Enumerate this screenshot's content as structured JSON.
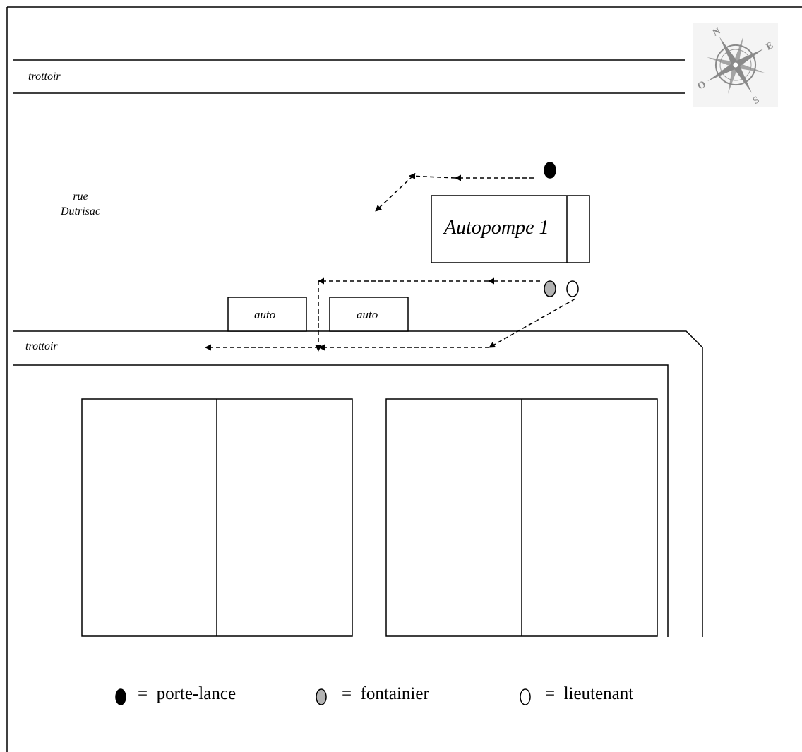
{
  "labels": {
    "sidewalk_top": "trottoir",
    "sidewalk_bottom": "trottoir",
    "street_line1": "rue",
    "street_line2": "Dutrisac",
    "truck": "Autopompe 1",
    "car_left": "auto",
    "car_right": "auto"
  },
  "compass": {
    "N": "N",
    "E": "E",
    "S": "S",
    "O": "O"
  },
  "legend": [
    {
      "symbol": "black-filled-oval",
      "equals": "=",
      "label": "porte-lance"
    },
    {
      "symbol": "gray-filled-oval",
      "equals": "=",
      "label": "fontainier"
    },
    {
      "symbol": "white-oval",
      "equals": "=",
      "label": "lieutenant"
    }
  ],
  "colors": {
    "porte_lance": "#000000",
    "fontainier": "#b3b3b3",
    "lieutenant": "#ffffff",
    "compass": "#8a8a8a"
  }
}
